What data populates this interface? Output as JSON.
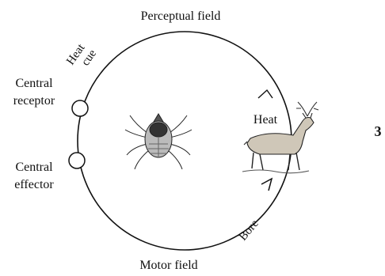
{
  "labels": {
    "perceptual_field": "Perceptual field",
    "heat_cue_line1": "Heat",
    "heat_cue_line2": "cue",
    "central_receptor_line1": "Central",
    "central_receptor_line2": "receptor",
    "central_effector_line1": "Central",
    "central_effector_line2": "effector",
    "heat": "Heat",
    "bore": "Bore",
    "motor_field": "Motor field",
    "figure_number": "3"
  },
  "icons": {
    "tick": "tick-illustration",
    "deer": "deer-illustration"
  }
}
